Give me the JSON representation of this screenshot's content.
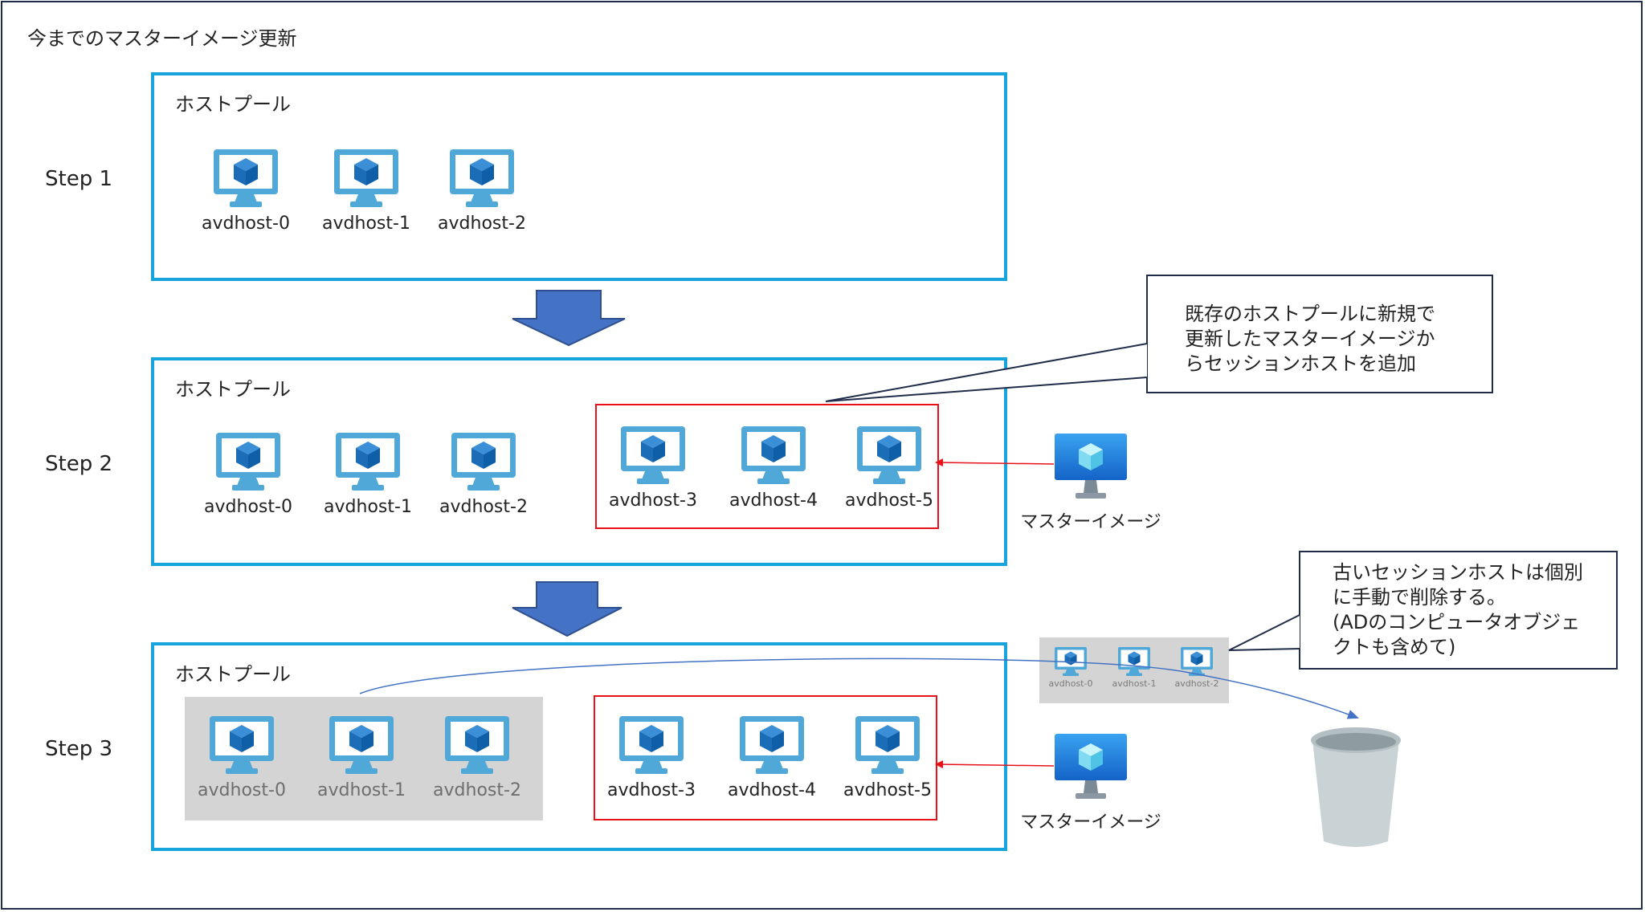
{
  "title": "今までのマスターイメージ更新",
  "steps": [
    {
      "label": "Step 1"
    },
    {
      "label": "Step 2"
    },
    {
      "label": "Step 3"
    }
  ],
  "pool_label": "ホストプール",
  "hosts": {
    "h0": "avdhost-0",
    "h1": "avdhost-1",
    "h2": "avdhost-2",
    "h3": "avdhost-3",
    "h4": "avdhost-4",
    "h5": "avdhost-5"
  },
  "master_image_label": "マスターイメージ",
  "callout_add": {
    "lines": [
      "既存のホストプールに新規で",
      "更新したマスターイメージか",
      "らセッションホストを追加"
    ]
  },
  "callout_delete": {
    "lines": [
      "古いセッションホストは個別",
      "に手動で削除する。",
      "(ADのコンピュータオブジェ",
      "クトも含めて)"
    ]
  },
  "colors": {
    "pool_border": "#17a3dc",
    "new_hosts_border": "#e8111a",
    "old_hosts_fill": "#d4d4d4",
    "down_arrow": "#4472c4",
    "monitor": "#50a8d8",
    "cube": "#1a73c2",
    "red_arrow": "#e8111a",
    "curve_arrow": "#4472c4",
    "trash": "#b8c4c6"
  },
  "icons": [
    "vm-monitor-icon",
    "master-image-icon",
    "trash-bin-icon",
    "down-arrow-icon"
  ]
}
